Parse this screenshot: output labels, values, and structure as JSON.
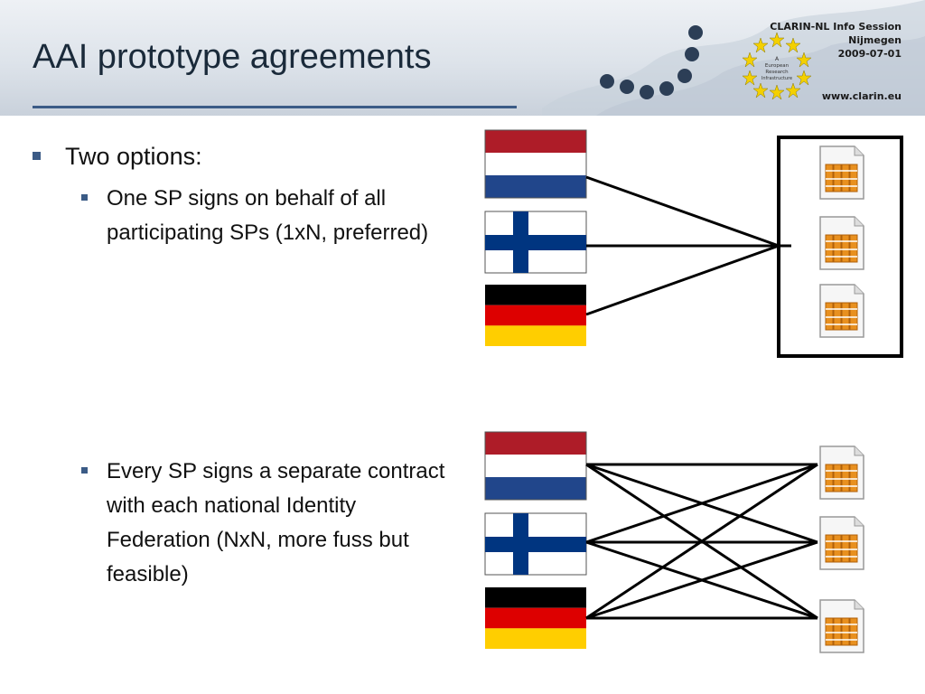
{
  "header": {
    "title": "AAI prototype agreements",
    "info_line1": "CLARIN-NL Info Session",
    "info_line2": "Nijmegen",
    "info_line3": "2009-07-01",
    "url": "www.clarin.eu",
    "logo_text": [
      "A",
      "European",
      "Research",
      "Infrastructure"
    ]
  },
  "content": {
    "bullet_main": "Two options:",
    "option1": "One SP signs on behalf of all participating SPs (1xN, preferred)",
    "option2": "Every SP signs a separate contract with each national Identity Federation (NxN, more fuss but feasible)"
  },
  "diagram": {
    "flags": [
      "netherlands",
      "finland",
      "germany"
    ],
    "colors": {
      "nl_red": "#ae1c28",
      "nl_white": "#ffffff",
      "nl_blue": "#21468b",
      "fi_blue": "#003580",
      "de_black": "#000000",
      "de_red": "#dd0000",
      "de_gold": "#ffce00",
      "book_orange": "#e8901f",
      "accent": "#3b5b86"
    },
    "icons": [
      "server-file-icon",
      "server-file-icon",
      "server-file-icon"
    ]
  }
}
